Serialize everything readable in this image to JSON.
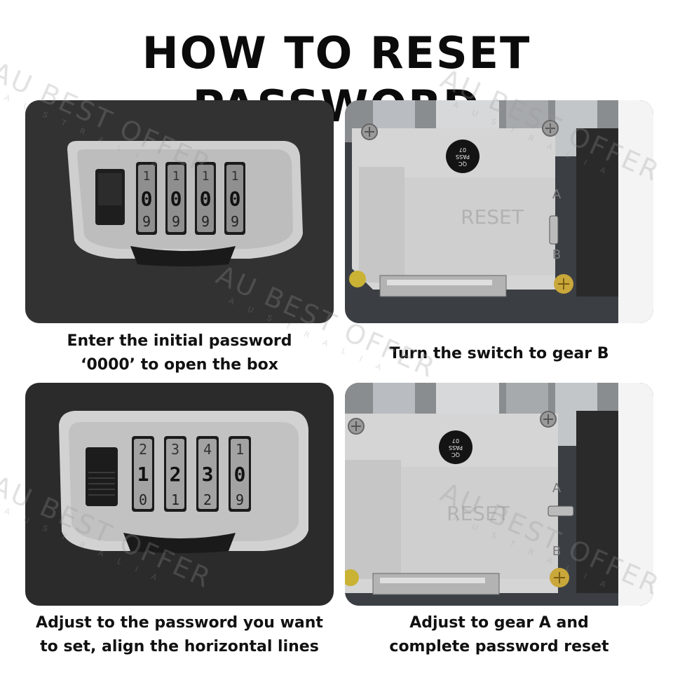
{
  "title": "HOW TO RESET PASSWORD",
  "steps": [
    {
      "caption_line1": "Enter the initial password",
      "caption_line2": "‘0000’ to open the box"
    },
    {
      "caption_line1": "Turn the switch to gear B",
      "caption_line2": ""
    },
    {
      "caption_line1": "Adjust to the password you want",
      "caption_line2": "to set, align the horizontal lines"
    },
    {
      "caption_line1": "Adjust to gear A and",
      "caption_line2": "complete password reset"
    }
  ],
  "dials": {
    "step1": [
      "0",
      "0",
      "0",
      "0"
    ],
    "step1_below": [
      "9",
      "9",
      "9",
      "9"
    ],
    "step1_above": [
      "1",
      "1",
      "1",
      "1"
    ],
    "step3": [
      "1",
      "2",
      "3",
      "0"
    ],
    "step3_below": [
      "0",
      "1",
      "2",
      "9"
    ],
    "step3_above": [
      "2",
      "3",
      "4",
      "1"
    ]
  },
  "mechanism": {
    "reset_label": "RESET",
    "gear_a": "A",
    "gear_b": "B",
    "qc_line1": "QC",
    "qc_line2": "PASS",
    "qc_line3": "07"
  },
  "watermark": {
    "text": "AU BEST OFFER",
    "sub": "AUSTRALIA"
  },
  "colors": {
    "lock_body": "#2b2b2b",
    "bezel": "#c9c9c9",
    "plate": "#d4d4d4",
    "brass": "#c9a73a"
  }
}
